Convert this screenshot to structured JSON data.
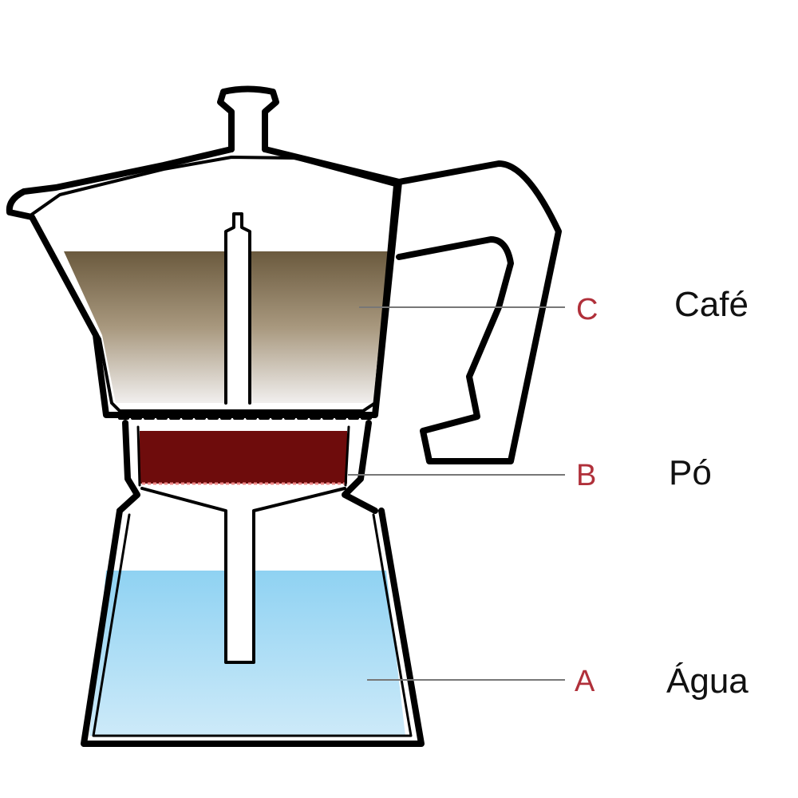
{
  "labels": [
    {
      "letter": "C",
      "word": "Café"
    },
    {
      "letter": "B",
      "word": "Pó"
    },
    {
      "letter": "A",
      "word": "Água"
    }
  ],
  "colors": {
    "outline": "#000000",
    "coffee_top": "#6b5a3e",
    "coffee_bottom": "#f1efee",
    "grounds": "#6e0c0c",
    "water_top": "#8fd2f2",
    "water_bottom": "#cdeaf9",
    "label_letter": "#b0303a",
    "leader_line": "#777777"
  }
}
